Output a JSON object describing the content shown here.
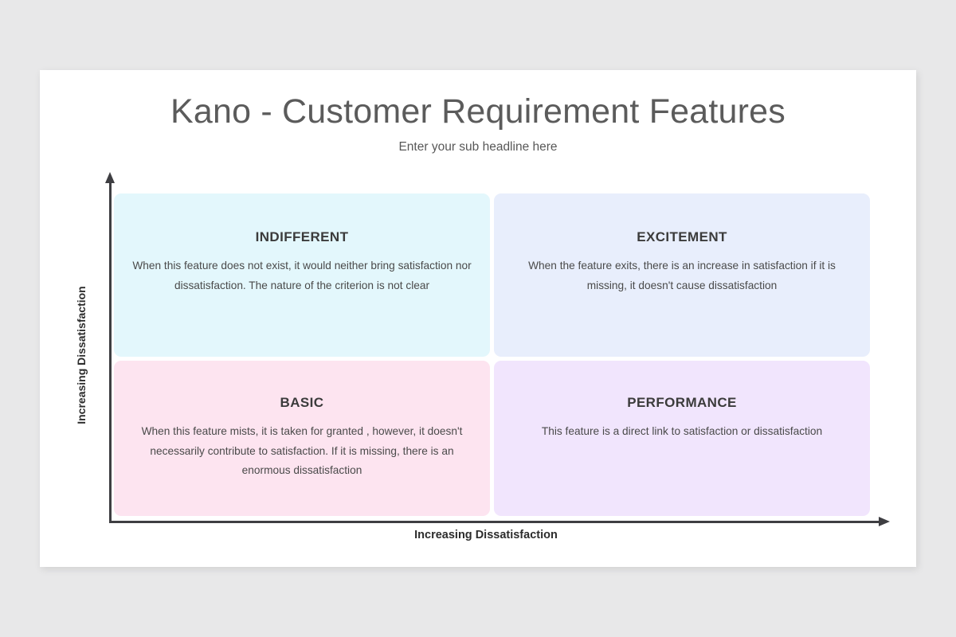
{
  "slide": {
    "title": "Kano - Customer Requirement Features",
    "subtitle": "Enter your sub headline here"
  },
  "chart_data": {
    "type": "table",
    "title": "Kano - Customer Requirement Features",
    "subtitle": "Enter your sub headline here",
    "xlabel": "Increasing Dissatisfaction",
    "ylabel": "Increasing Dissatisfaction",
    "grid": false,
    "legend": "none",
    "layout": "2x2-quadrant-matrix",
    "quadrants": [
      {
        "position": "top-left",
        "label": "INDIFFERENT",
        "description": "When this feature does not exist, it would neither bring satisfaction nor dissatisfaction. The nature of the criterion is not clear",
        "color": "#e3f7fc"
      },
      {
        "position": "top-right",
        "label": "EXCITEMENT",
        "description": "When the feature exits, there is an increase in satisfaction if it is missing, it doesn't cause dissatisfaction",
        "color": "#e8eefc"
      },
      {
        "position": "bottom-left",
        "label": "BASIC",
        "description": "When this feature mists, it is taken for granted , however, it doesn't necessarily contribute to satisfaction. If it is missing, there is an enormous dissatisfaction",
        "color": "#fde4f0"
      },
      {
        "position": "bottom-right",
        "label": "PERFORMANCE",
        "description": "This feature is a direct link to satisfaction or dissatisfaction",
        "color": "#f1e5fd"
      }
    ],
    "axes": {
      "x_axis_arrow": "right",
      "y_axis_arrow": "up",
      "axis_color": "#3e3e42"
    }
  }
}
